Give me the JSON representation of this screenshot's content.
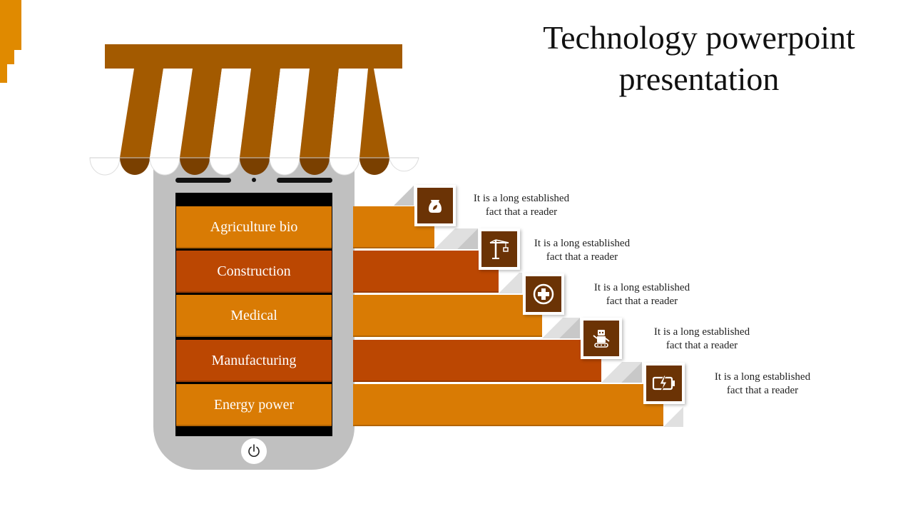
{
  "title": "Technology powerpoint presentation",
  "colors": {
    "awning_brown": "#a35a00",
    "orange": "#d97b04",
    "rust": "#bb4702",
    "icon_brown": "#6b3305",
    "phone_gray": "#c0c0c0"
  },
  "rows": [
    {
      "label": "Agriculture bio",
      "icon": "seed-bag-icon",
      "desc_line1": "It is a long established",
      "desc_line2": "fact that a reader"
    },
    {
      "label": "Construction",
      "icon": "crane-icon",
      "desc_line1": "It is a long established",
      "desc_line2": "fact that a reader"
    },
    {
      "label": "Medical",
      "icon": "medical-cross-icon",
      "desc_line1": "It is a long established",
      "desc_line2": "fact that a reader"
    },
    {
      "label": "Manufacturing",
      "icon": "robot-icon",
      "desc_line1": "It is a long established",
      "desc_line2": "fact that a reader"
    },
    {
      "label": "Energy power",
      "icon": "battery-charging-icon",
      "desc_line1": "It is a long established",
      "desc_line2": "fact that a reader"
    }
  ]
}
